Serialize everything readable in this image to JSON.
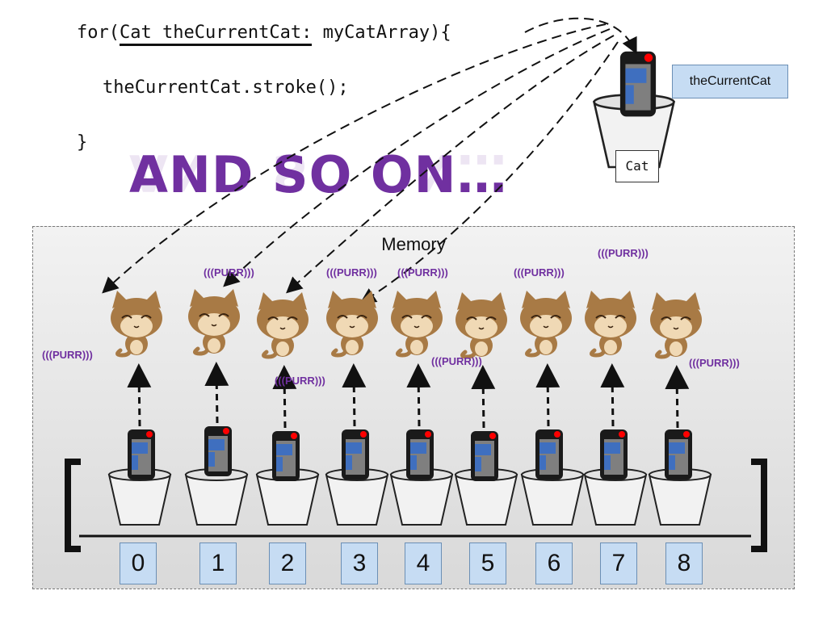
{
  "code": {
    "line1_prefix": "for(",
    "line1_decl": "Cat theCurrentCat:",
    "line1_suffix": " myCatArray){",
    "line2": "theCurrentCat.stroke();",
    "line3": "}"
  },
  "headline": "AND SO ON…",
  "memory_label": "Memory",
  "cat_type_label": "Cat",
  "variable_label": "theCurrentCat",
  "purr_text": "(((PURR)))",
  "array_indices": [
    "0",
    "1",
    "2",
    "3",
    "4",
    "5",
    "6",
    "7",
    "8"
  ],
  "colors": {
    "purple": "#7030a0",
    "index_fill": "#c6dcf3",
    "cat_body": "#a87a45",
    "remote_button": "#ff0000"
  },
  "icons": [
    "cat-icon",
    "remote-icon",
    "bucket-icon"
  ]
}
